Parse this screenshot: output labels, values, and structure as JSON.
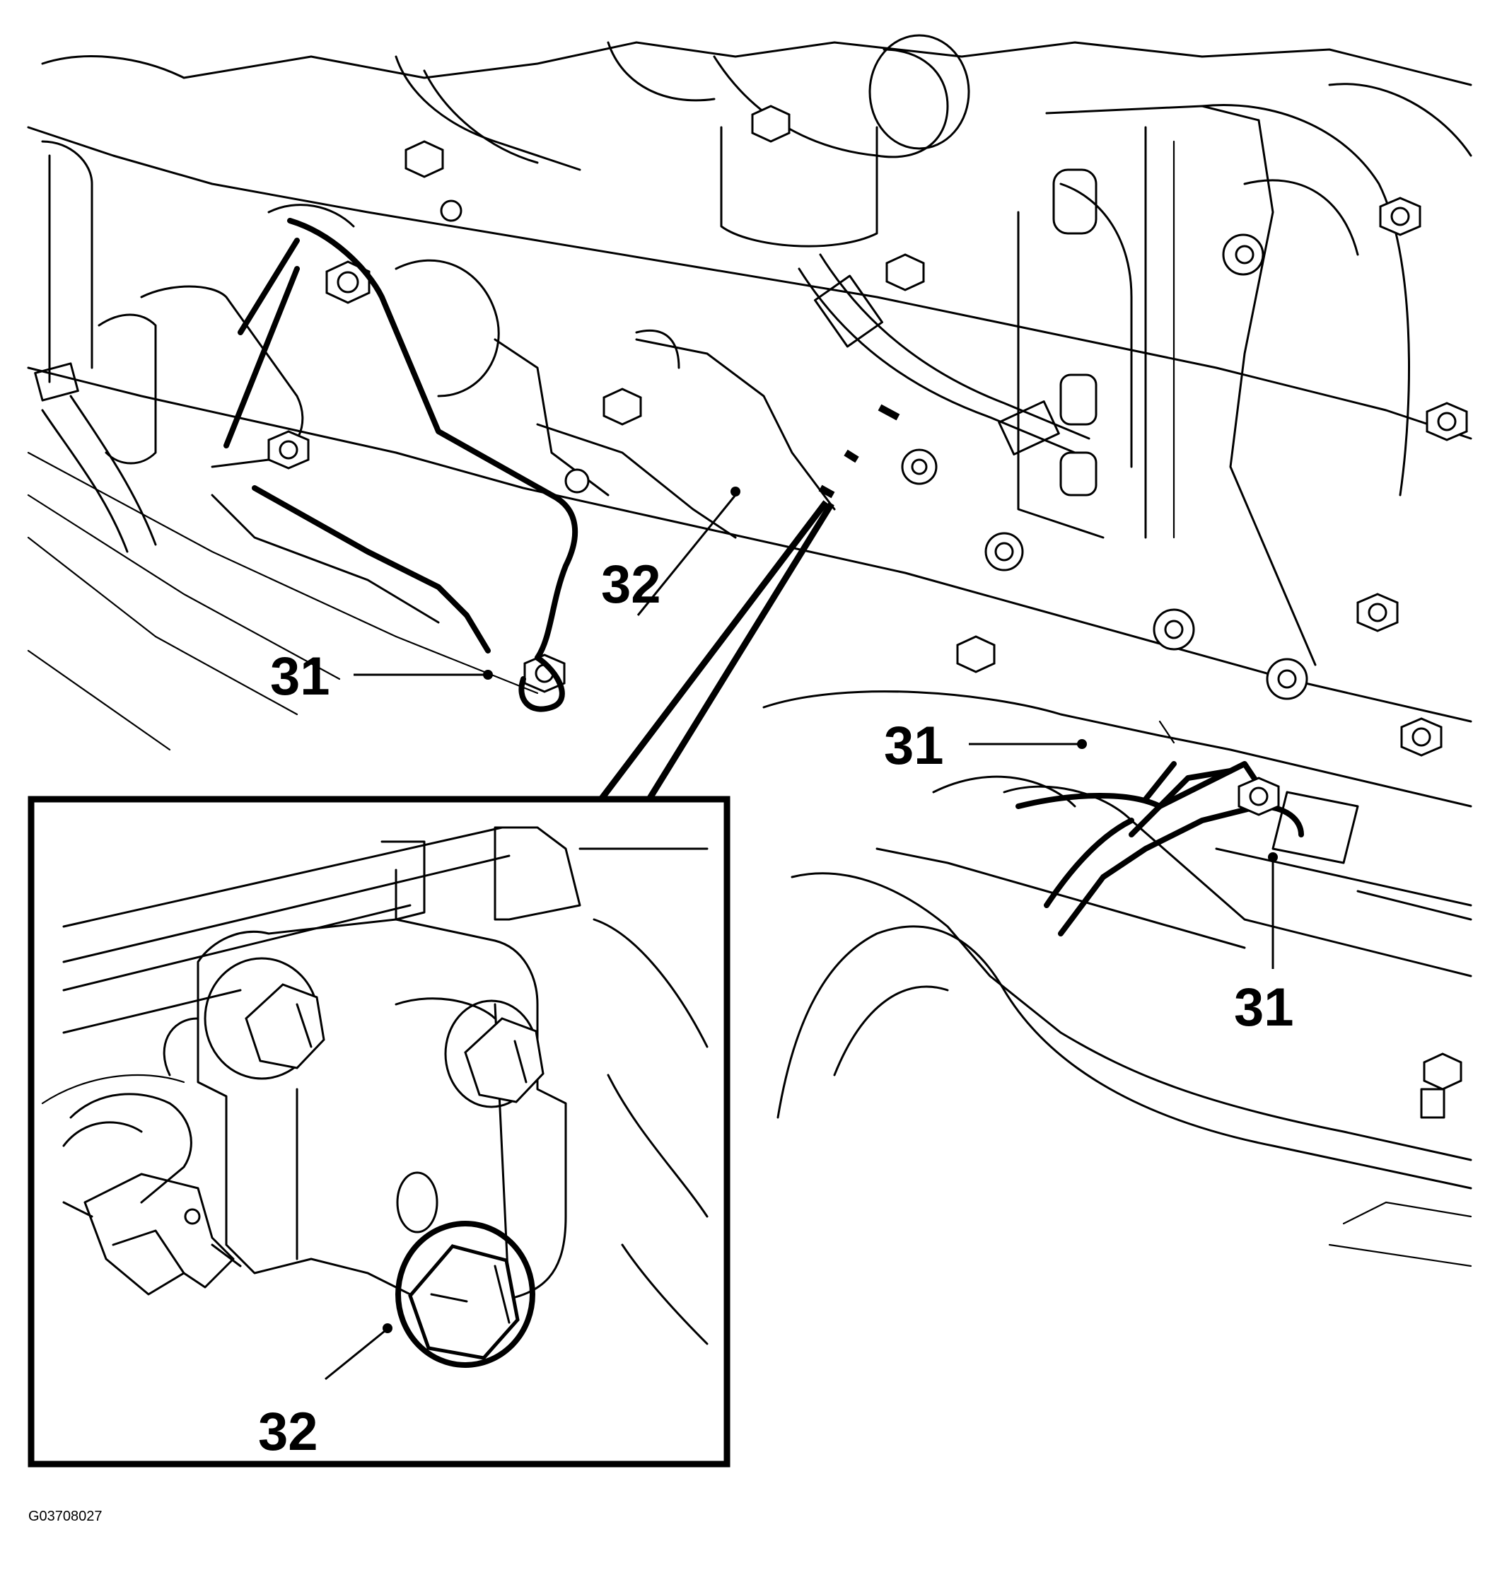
{
  "callouts": {
    "c31_left": "31",
    "c32_top": "32",
    "c31_center": "31",
    "c31_right": "31",
    "c32_inset": "32"
  },
  "figure_id": "G03708027",
  "colors": {
    "ink": "#000000",
    "paper": "#ffffff"
  }
}
